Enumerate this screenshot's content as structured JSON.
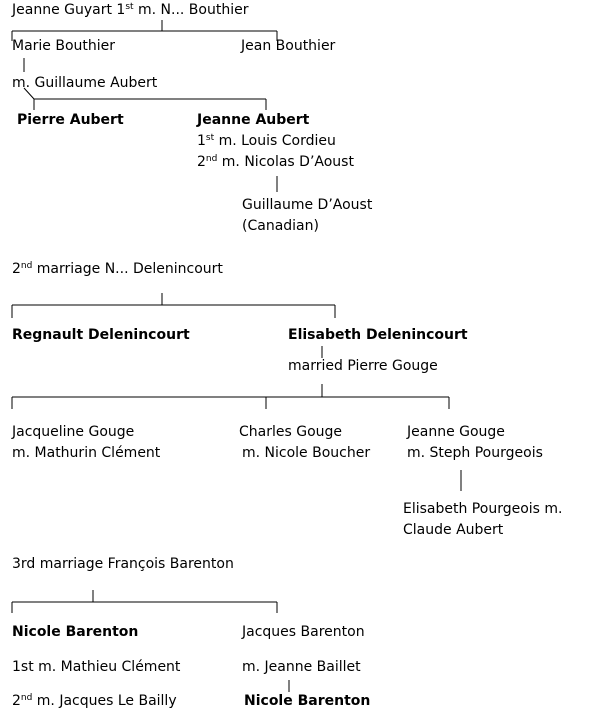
{
  "gen1": {
    "root_name": "Jeanne Guyart 1",
    "root_sup": "st",
    "root_rest": " m.  N... Bouthier",
    "child_marie": "Marie Bouthier",
    "child_jean": "Jean Bouthier",
    "marie_spouse": "m. Guillaume Aubert",
    "pierre": "Pierre Aubert",
    "jeanne_aubert": "Jeanne Aubert",
    "jeanne_m1_num": "1",
    "jeanne_m1_sup": "st",
    "jeanne_m1_rest": " m. Louis Cordieu",
    "jeanne_m2_num": "2",
    "jeanne_m2_sup": "nd",
    "jeanne_m2_rest": " m. Nicolas D’Aoust",
    "guillaume_line1": "Guillaume D’Aoust",
    "guillaume_line2": "(Canadian)"
  },
  "gen2": {
    "marriage_num": "2",
    "marriage_sup": "nd",
    "marriage_rest": " marriage N... Delenincourt",
    "regnault": "Regnault Delenincourt",
    "elisabeth": "Elisabeth Delenincourt",
    "elisabeth_spouse": "married Pierre Gouge",
    "jacqueline": "Jacqueline Gouge",
    "jacqueline_spouse": "m. Mathurin Clément",
    "charles": "Charles Gouge",
    "charles_spouse": "m. Nicole Boucher",
    "jeanne_gouge": "Jeanne Gouge",
    "jeanne_gouge_spouse": "m. Steph Pourgeois",
    "elisabeth_p_line1": "Elisabeth Pourgeois m.",
    "elisabeth_p_line2": "Claude Aubert"
  },
  "gen3": {
    "marriage": "3rd marriage François Barenton",
    "nicole": "Nicole Barenton",
    "nicole_m1": "1st m. Mathieu Clément",
    "nicole_m2_num": "2",
    "nicole_m2_sup": "nd",
    "nicole_m2_rest": " m. Jacques Le Bailly",
    "jacques": "Jacques Barenton",
    "jacques_spouse": "m. Jeanne Baillet",
    "nicole_child": "Nicole Barenton"
  }
}
